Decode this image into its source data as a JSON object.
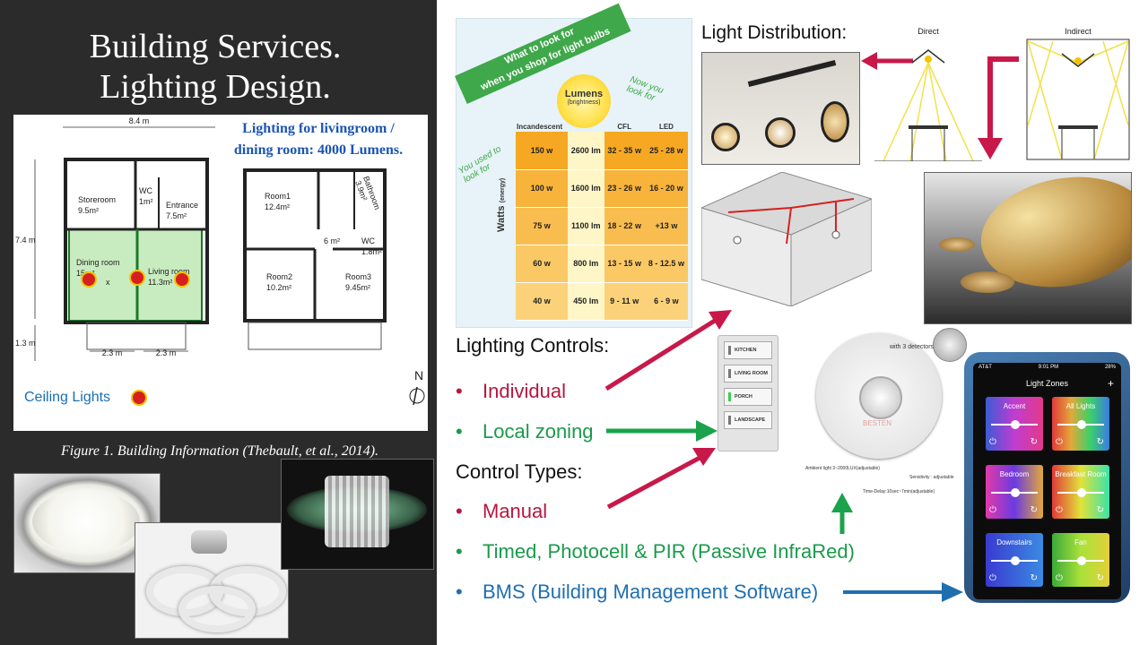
{
  "slide": {
    "title_line1": "Building Services.",
    "title_line2": "Lighting Design.",
    "caption": "Figure 1. Building Information (Thebault, et al., 2014)."
  },
  "floorplan": {
    "heading_line1": "Lighting for livingroom /",
    "heading_line2": "dining room: 4000 Lumens.",
    "dim_width": "8.4 m",
    "dim_height": "7.4 m",
    "dim_bottom": "1.3 m",
    "dim_left_bottom": "2.3 m",
    "dim_right_bottom": "2.3 m",
    "rooms": {
      "storeroom": "Storeroom",
      "storeroom_area": "9.5m²",
      "wc1": "WC",
      "wc1_area": "1m²",
      "entrance": "Entrance",
      "entrance_area": "7.5m²",
      "dining": "Dining room",
      "dining_area": "15m²",
      "living": "Living room",
      "living_area": "11.3m²",
      "room1": "Room1",
      "room1_area": "12.4m²",
      "bathroom": "Bathroom",
      "bathroom_area": "3.9m²",
      "landing_area": "6 m²",
      "wc2": "WC",
      "wc2_area": "1.8m²",
      "room2": "Room2",
      "room2_area": "10.2m²",
      "room3": "Room3",
      "room3_area": "9.45m²"
    },
    "north": "N",
    "legend": "Ceiling Lights",
    "x_mark": "x"
  },
  "bulb_chart": {
    "banner_line1": "What to look for",
    "banner_line2": "when you shop for light bulbs",
    "lumens_label": "Lumens",
    "lumens_sub": "(brightness)",
    "now_you": "Now you look for",
    "used_to": "You used to look for",
    "watts_label": "Watts",
    "watts_sub": "(energy)",
    "columns": [
      "Incandescent",
      "CFL",
      "LED"
    ],
    "rows": [
      {
        "inc": "150 w",
        "lm": "2600 lm",
        "cfl": "32 - 35 w",
        "led": "25 - 28 w"
      },
      {
        "inc": "100 w",
        "lm": "1600 lm",
        "cfl": "23 - 26 w",
        "led": "16 - 20 w"
      },
      {
        "inc": "75 w",
        "lm": "1100 lm",
        "cfl": "18 - 22 w",
        "led": "+13 w"
      },
      {
        "inc": "60 w",
        "lm": "800 lm",
        "cfl": "13 - 15 w",
        "led": "8 - 12.5 w"
      },
      {
        "inc": "40 w",
        "lm": "450 lm",
        "cfl": "9 - 11 w",
        "led": "6 - 9 w"
      }
    ]
  },
  "distribution": {
    "heading": "Light Distribution:",
    "direct": "Direct",
    "indirect": "Indirect"
  },
  "controls": {
    "heading": "Lighting Controls:",
    "items": [
      {
        "label": "Individual",
        "color": "#b5173f"
      },
      {
        "label": "Local zoning",
        "color": "#1a9a4a"
      }
    ]
  },
  "types": {
    "heading": "Control Types:",
    "items": [
      {
        "label": "Manual",
        "color": "#b5173f"
      },
      {
        "label": "Timed, Photocell & PIR (Passive InfraRed)",
        "color": "#1a9a4a"
      },
      {
        "label": "BMS (Building Management Software)",
        "color": "#1f6fb0"
      }
    ]
  },
  "switch_panel": {
    "buttons": [
      "KITCHEN",
      "LIVING ROOM",
      "PORCH",
      "LANDSCAPE"
    ]
  },
  "sensor": {
    "detectors": "with 3 detectors",
    "ambient": "Ambient light 3~2000LUX(adjustable)",
    "sensitivity": "Sensitivity : adjustable",
    "time_delay": "Time-Delay:10sec~7min(adjustable)",
    "brand": "BESTEN"
  },
  "phone": {
    "carrier": "AT&T",
    "time": "9:01 PM",
    "battery": "28%",
    "title": "Light Zones",
    "zones": [
      "Accent",
      "All Lights",
      "Bedroom",
      "Breakfast Room",
      "Downstairs",
      "Fan"
    ]
  },
  "colors": {
    "red_accent": "#b5173f",
    "green_accent": "#1a9a4a",
    "blue_accent": "#1f6fb0",
    "room_highlight": "#c8ecc0",
    "ceiling_light": "#d62020"
  }
}
